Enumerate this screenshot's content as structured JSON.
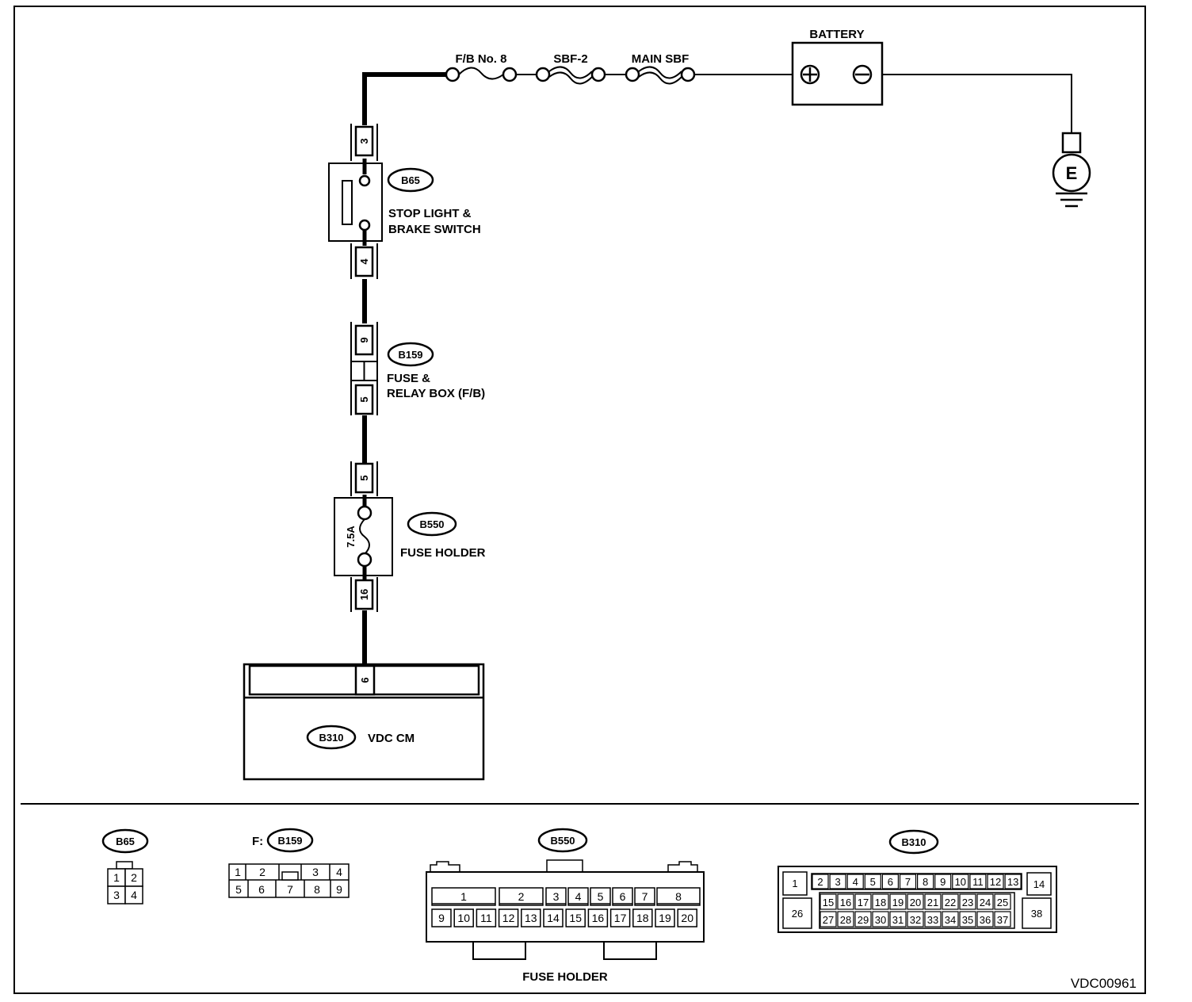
{
  "fuses": {
    "fb_no8": "F/B No. 8",
    "sbf2": "SBF-2",
    "main_sbf": "MAIN SBF"
  },
  "battery": {
    "label": "BATTERY",
    "plus_symbol": "plus-terminal",
    "minus_symbol": "minus-terminal"
  },
  "ground": {
    "label": "E"
  },
  "b65": {
    "tag": "B65",
    "name_line1": "STOP LIGHT &",
    "name_line2": "BRAKE SWITCH",
    "pin_in": "3",
    "pin_out": "4"
  },
  "b159": {
    "tag": "B159",
    "name_line1": "FUSE &",
    "name_line2": "RELAY BOX (F/B)",
    "pin_top": "9",
    "pin_bottom": "5"
  },
  "b550": {
    "tag": "B550",
    "name": "FUSE HOLDER",
    "pin_in": "5",
    "pin_out": "16",
    "fuse_rating": "7.5A"
  },
  "b310": {
    "tag": "B310",
    "name": "VDC CM",
    "pin": "6"
  },
  "connectors": {
    "b65": {
      "tag": "B65",
      "pins": [
        "1",
        "2",
        "3",
        "4"
      ]
    },
    "b159": {
      "prefix": "F:",
      "tag": "B159",
      "pins": [
        "1",
        "2",
        "3",
        "4",
        "5",
        "6",
        "7",
        "8",
        "9"
      ]
    },
    "b550": {
      "tag": "B550",
      "caption": "FUSE HOLDER",
      "top_pins": [
        "1",
        "2",
        "3",
        "4",
        "5",
        "6",
        "7",
        "8"
      ],
      "bottom_pins": [
        "9",
        "10",
        "11",
        "12",
        "13",
        "14",
        "15",
        "16",
        "17",
        "18",
        "19",
        "20"
      ]
    },
    "b310": {
      "tag": "B310",
      "pin_first_top": "1",
      "pin_first_bottom": "26",
      "row1": [
        "2",
        "3",
        "4",
        "5",
        "6",
        "7",
        "8",
        "9",
        "10",
        "11",
        "12",
        "13"
      ],
      "pin_right_top": "14",
      "row2": [
        "15",
        "16",
        "17",
        "18",
        "19",
        "20",
        "21",
        "22",
        "23",
        "24",
        "25"
      ],
      "row3": [
        "27",
        "28",
        "29",
        "30",
        "31",
        "32",
        "33",
        "34",
        "35",
        "36",
        "37"
      ],
      "pin_right_bottom": "38"
    }
  },
  "diagram_id": "VDC00961"
}
